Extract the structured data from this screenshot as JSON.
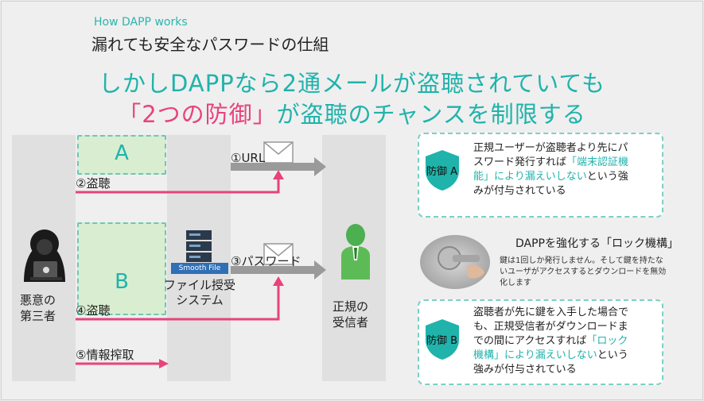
{
  "header": {
    "kicker": "How DAPP works",
    "subtitle": "漏れても安全なパスワードの仕組",
    "headline_line1": "しかしDAPPなら2通メールが盗聴されていても",
    "headline_line2_pink": "「2つの防御」",
    "headline_line2_rest": "が盗聴のチャンスを制限する"
  },
  "diagram": {
    "box_a": "A",
    "box_b": "B",
    "step1": "①URL",
    "step2": "②盗聴",
    "step3": "③パスワード",
    "step4": "④盗聴",
    "step5": "⑤情報搾取",
    "attacker_line1": "悪意の",
    "attacker_line2": "第三者",
    "server_brand": "Smooth File",
    "server_line1": "ファイル授受",
    "server_line2": "システム",
    "recipient_line1": "正規の",
    "recipient_line2": "受信者"
  },
  "panel_a": {
    "shield": "防御 A",
    "t1": "正規ユーザーが盗聴者より先にパ",
    "t2": "スワード発行すれば",
    "t2g": "「端末認証機",
    "t3g": "能」により漏えいしない",
    "t3": "という強",
    "t4": "みが付与されている"
  },
  "lock": {
    "title": "DAPPを強化する「ロック機構」",
    "desc": "鍵は1回しか発行しません。そして鍵を持たないユーザがアクセスするとダウンロードを無効化します"
  },
  "panel_b": {
    "shield": "防御 B",
    "t1": "盗聴者が先に鍵を入手した場合で",
    "t2": "も、正規受信者がダウンロードま",
    "t3": "での間にアクセスすれば",
    "t3g": "「ロック",
    "t4g": "機構」により漏えいしない",
    "t4": "という",
    "t5": "強みが付与されている"
  },
  "colors": {
    "teal": "#1fb3ab",
    "pink": "#e8427d",
    "gray_arrow": "#9a9a9a"
  }
}
